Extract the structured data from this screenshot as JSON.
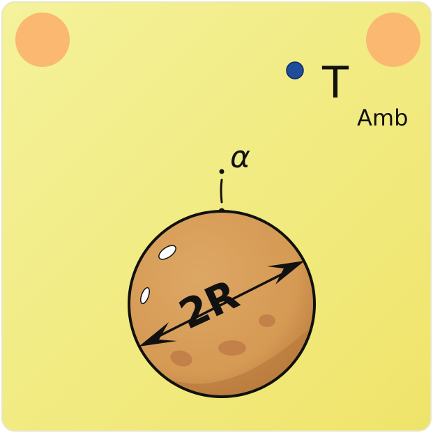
{
  "diagram": {
    "colors": {
      "background_top": "#f4f29b",
      "background_bottom": "#efe46a",
      "corner_circle": "#fbb870",
      "probe_dot": "#1f4d9c",
      "sphere_fill": "#d59a54",
      "sphere_shadow": "#b97a3d",
      "sphere_spot": "#c07d47",
      "outline": "#111111",
      "highlight": "#ffffff"
    },
    "ambient_temperature": {
      "symbol": "T",
      "subscript": "Amb"
    },
    "alpha_label": "α",
    "diameter_label": "2R"
  }
}
